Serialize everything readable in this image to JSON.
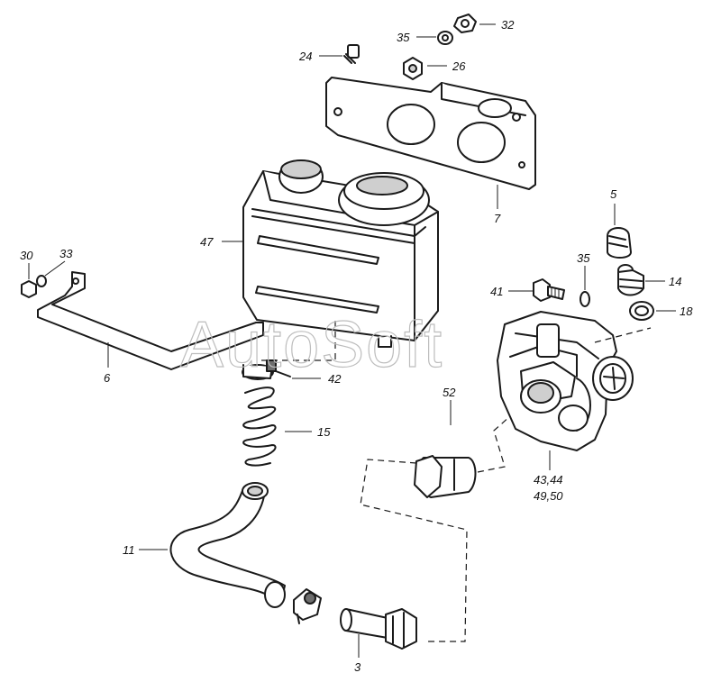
{
  "watermark": "AutoSoft",
  "callouts": {
    "c32": "32",
    "c35a": "35",
    "c24": "24",
    "c26": "26",
    "c7": "7",
    "c5": "5",
    "c47": "47",
    "c30": "30",
    "c33": "33",
    "c35b": "35",
    "c14": "14",
    "c41": "41",
    "c18": "18",
    "c6": "6",
    "c42": "42",
    "c15": "15",
    "c52": "52",
    "c43": "43,44",
    "c49": "49,50",
    "c11": "11",
    "c3": "3"
  }
}
